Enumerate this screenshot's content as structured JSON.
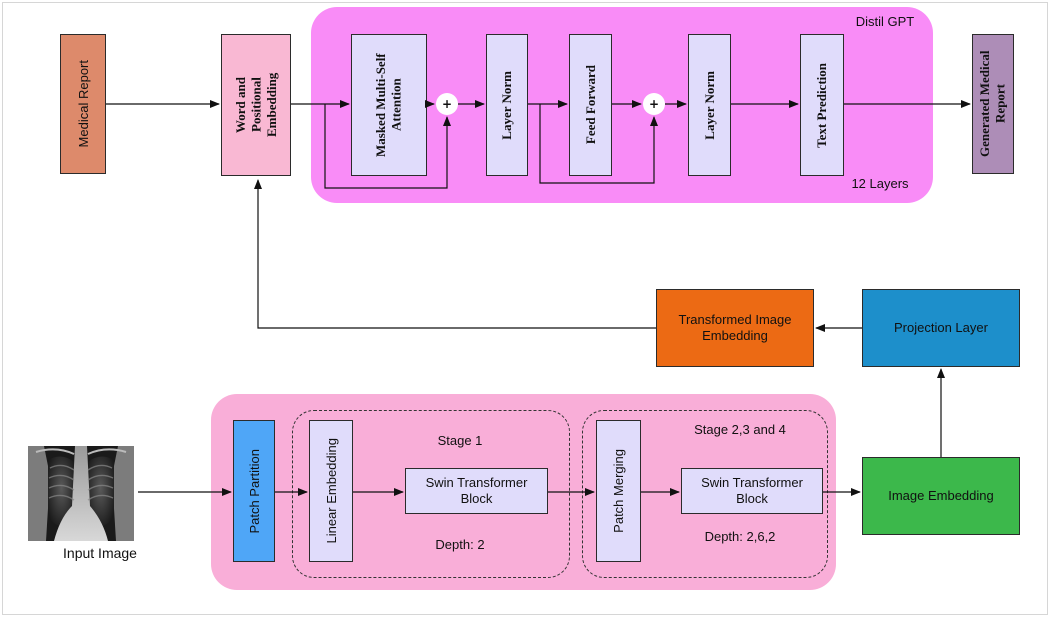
{
  "decoder": {
    "title": "Distil GPT",
    "layers_label": "12 Layers",
    "blocks": {
      "masked_attention": "Masked Multi-Self Attention",
      "layer_norm_1": "Layer Norm",
      "feed_forward": "Feed Forward",
      "layer_norm_2": "Layer Norm",
      "text_prediction": "Text Prediction"
    },
    "add_symbol": "+"
  },
  "inputs": {
    "medical_report": "Medical Report",
    "word_positional_embedding": "Word and Positional Embedding",
    "generated_report": "Generated Medical Report"
  },
  "middle": {
    "transformed_embedding": "Transformed Image Embedding",
    "projection_layer": "Projection Layer"
  },
  "encoder": {
    "input_image_label": "Input Image",
    "patch_partition": "Patch Partition",
    "stage1": {
      "title": "Stage 1",
      "linear_embedding": "Linear Embedding",
      "swin_block": "Swin Transformer Block",
      "depth": "Depth: 2"
    },
    "stage2": {
      "title": "Stage 2,3 and 4",
      "patch_merging": "Patch Merging",
      "swin_block": "Swin Transformer Block",
      "depth": "Depth: 2,6,2"
    },
    "image_embedding": "Image Embedding"
  },
  "colors": {
    "decoder_bg": "#f98cf7",
    "encoder_bg": "#f9aed8",
    "medical_report": "#dd8a6b",
    "embedding": "#f9b8d3",
    "block": "#e0dcfb",
    "generated": "#ad8db7",
    "transformed": "#ec6a14",
    "projection": "#1d8fcb",
    "image_embedding": "#3cb84b",
    "patch_partition": "#4fa6f7"
  }
}
